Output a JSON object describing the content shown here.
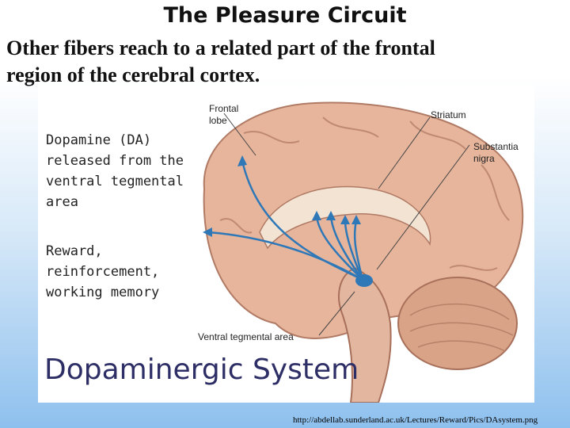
{
  "slide": {
    "title": "The Pleasure Circuit",
    "subtitle_line1": "Other fibers reach to a related part of the frontal",
    "subtitle_line2": "region of the cerebral cortex."
  },
  "figure": {
    "text_da": [
      "Dopamine (DA)",
      "released from the",
      "ventral tegmental",
      "area"
    ],
    "text_reward": [
      "Reward,",
      "reinforcement,",
      "working memory"
    ],
    "labels": {
      "frontal_lobe": [
        "Frontal",
        "lobe"
      ],
      "striatum": "Striatum",
      "substantia_nigra": [
        "Substantia",
        "nigra"
      ],
      "ventral_tegmental_area": "Ventral tegmental area"
    },
    "caption": "Dopaminergic System"
  },
  "source_url": "http://abdellab.sunderland.ac.uk/Lectures/Reward/Pics/DAsystem.png",
  "colors": {
    "brain": "#e6b59c",
    "pathway": "#2f78b8",
    "caption": "#2e2e66"
  }
}
